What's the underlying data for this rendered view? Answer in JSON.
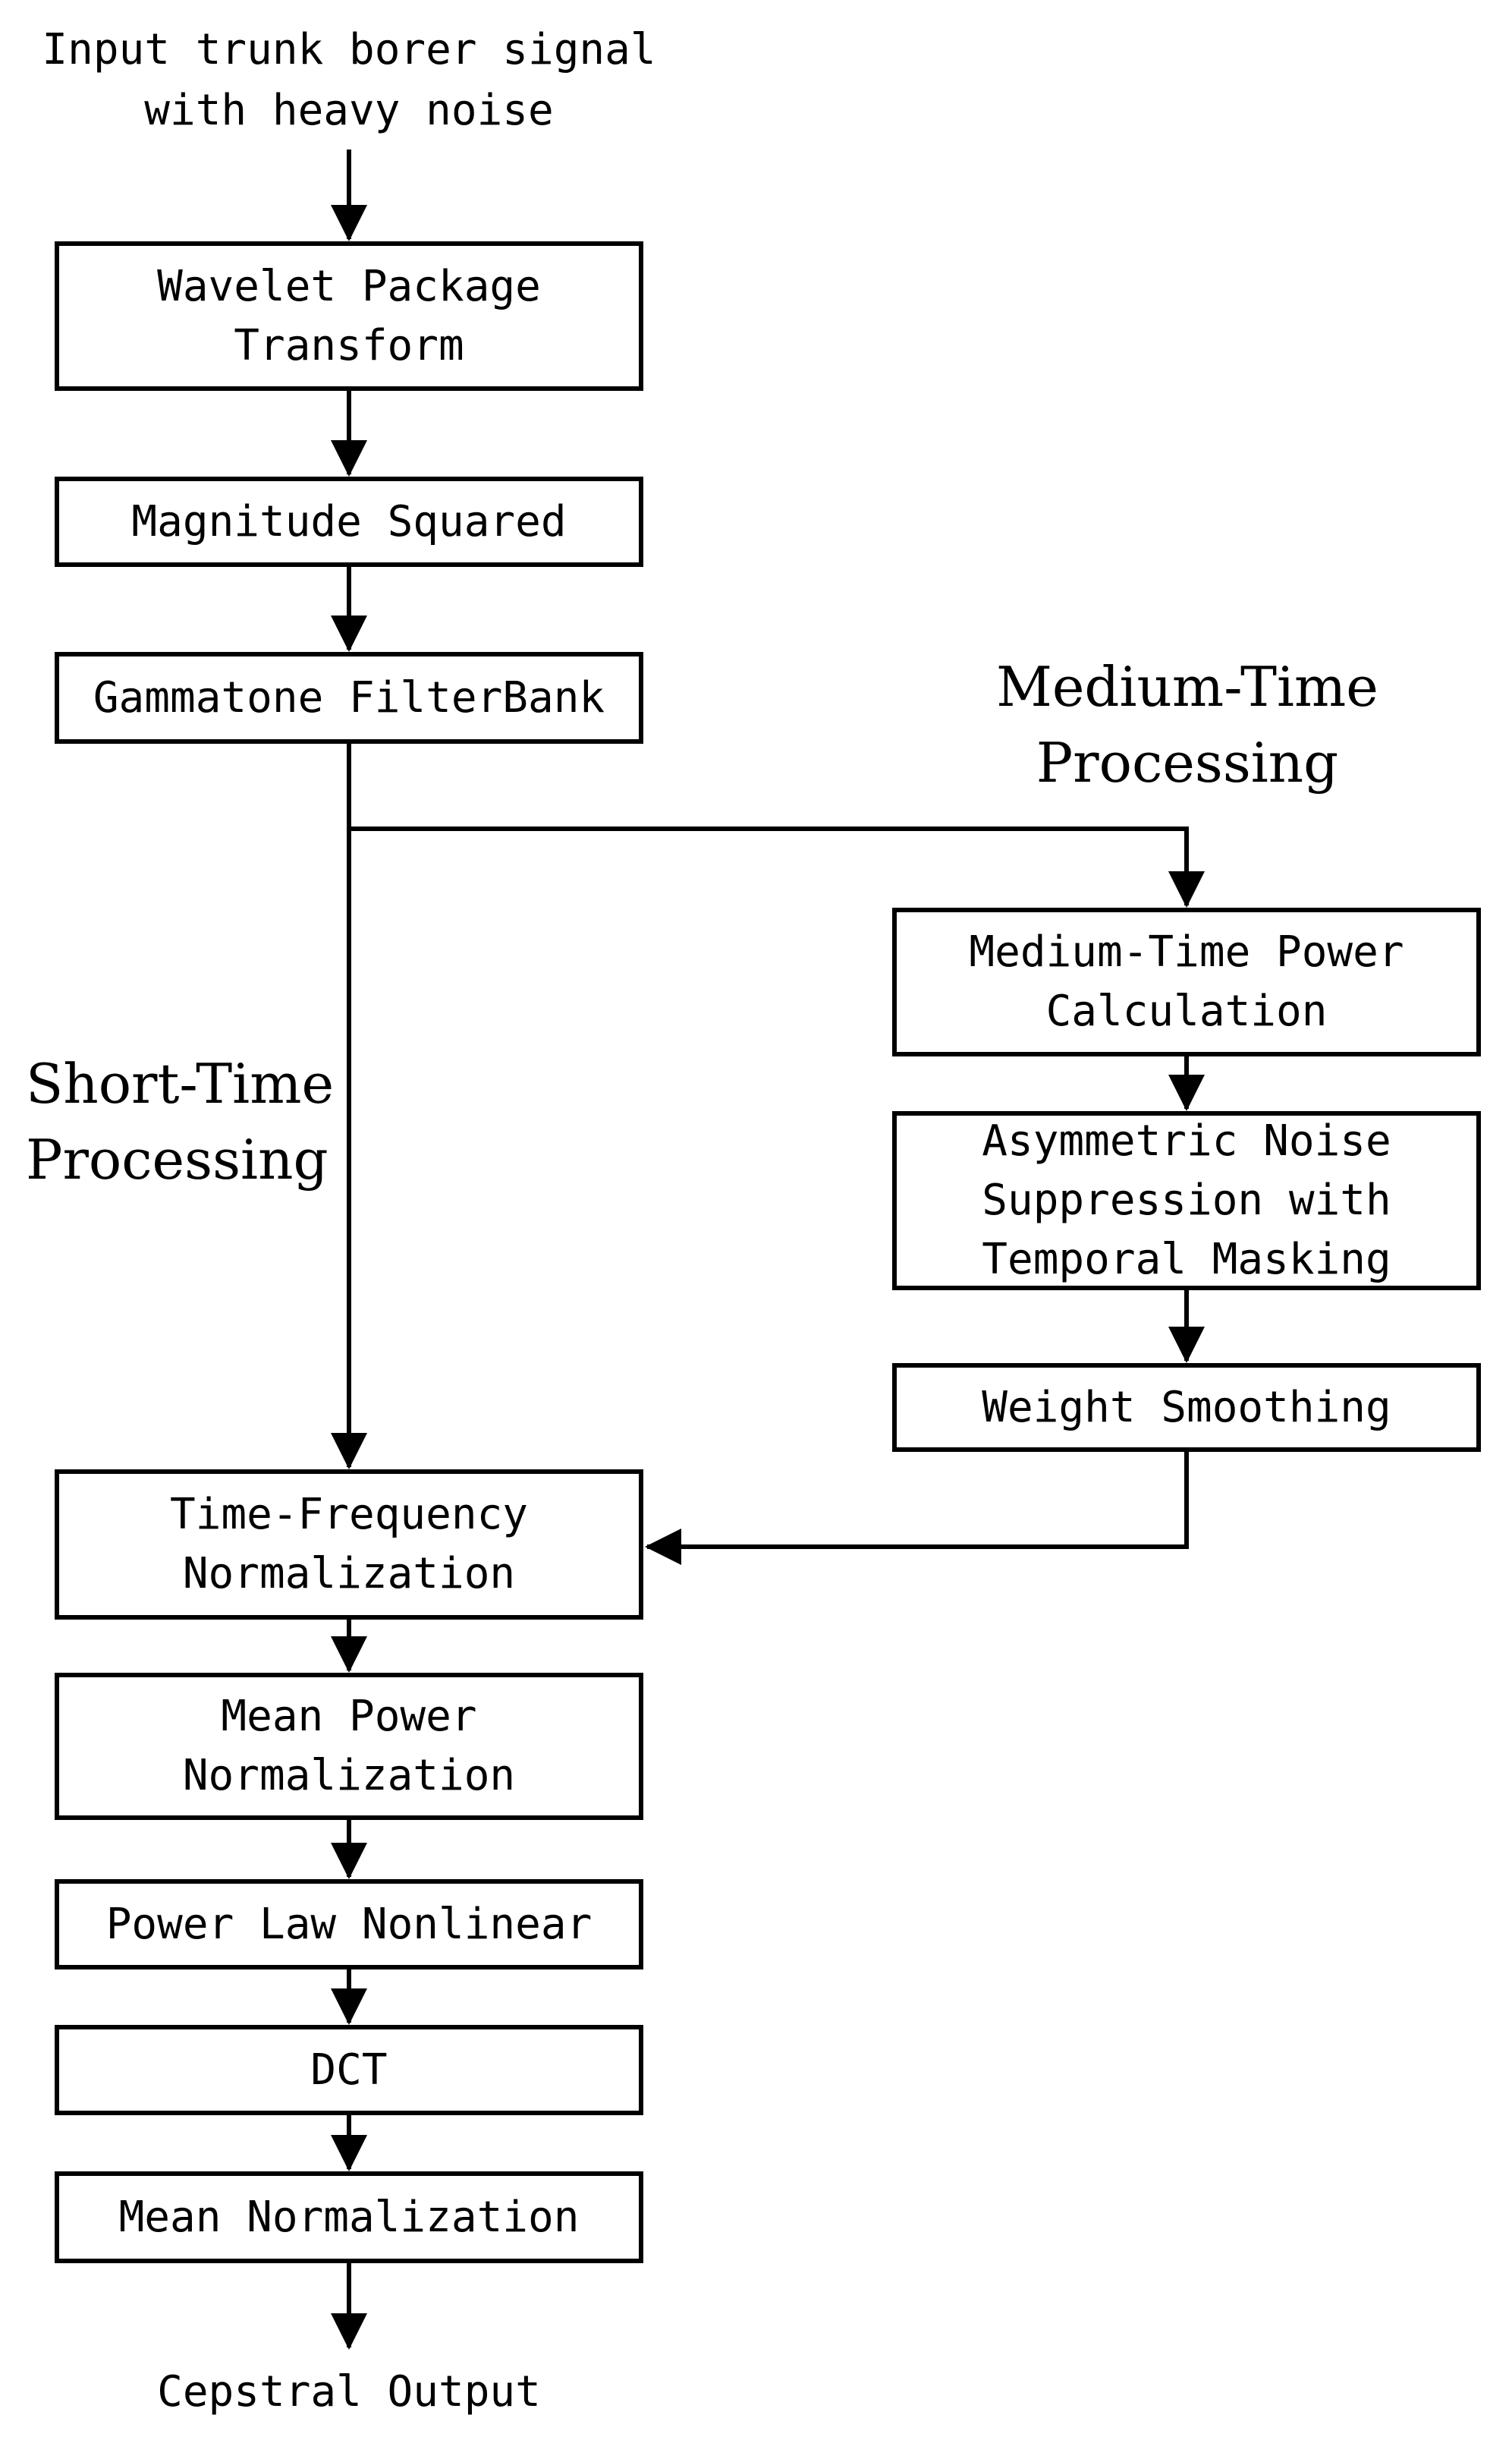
{
  "diagram": {
    "input_label": "Input trunk borer signal\nwith heavy noise",
    "output_label": "Cepstral Output",
    "sections": {
      "short_time": "Short-Time\nProcessing",
      "medium_time": "Medium-Time\nProcessing"
    },
    "nodes": {
      "wavelet": "Wavelet Package\nTransform",
      "magnitude": "Magnitude Squared",
      "gammatone": "Gammatone FilterBank",
      "medium_power": "Medium-Time Power\nCalculation",
      "asymmetric": "Asymmetric Noise\nSuppression with\nTemporal Masking",
      "weight": "Weight Smoothing",
      "tf_norm": "Time-Frequency\nNormalization",
      "mean_power": "Mean Power\nNormalization",
      "power_law": "Power Law Nonlinear",
      "dct": "DCT",
      "mean_norm": "Mean Normalization"
    },
    "colors": {
      "stroke": "#000000",
      "background": "#ffffff"
    }
  }
}
